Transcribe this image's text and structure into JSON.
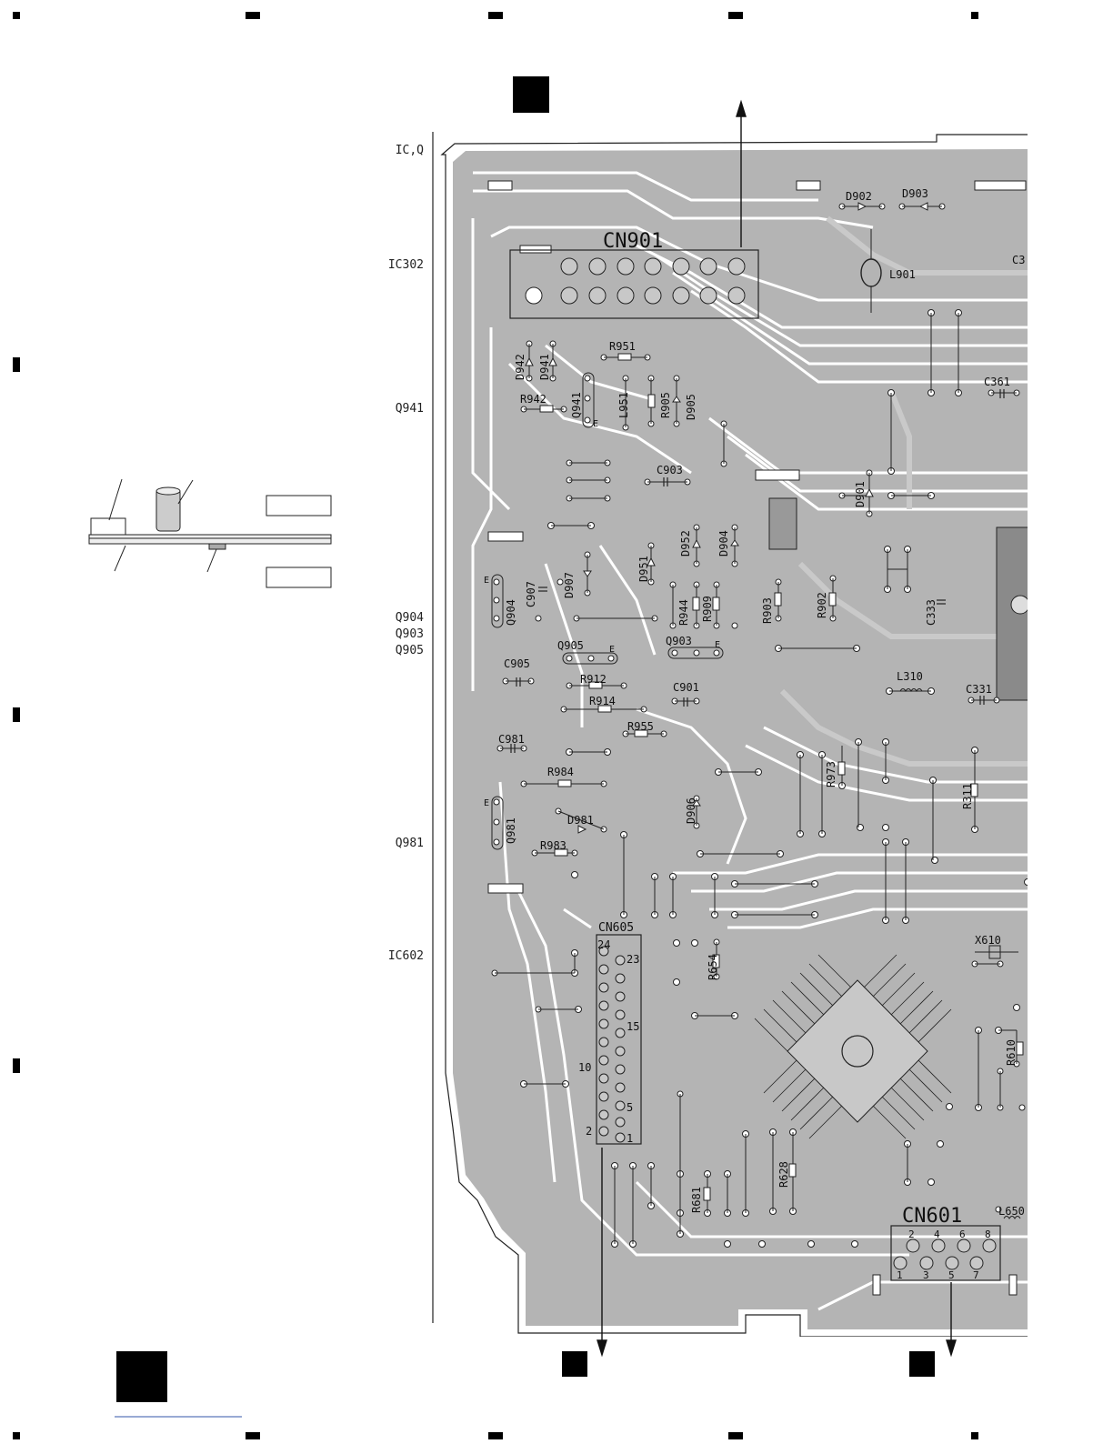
{
  "side_labels": [
    "IC,Q",
    "IC302",
    "Q941",
    "Q904",
    "Q903",
    "Q905",
    "Q981",
    "IC602"
  ],
  "connectors": {
    "cn901": "CN901",
    "cn605": "CN605",
    "cn601": "CN601"
  },
  "cn605_pins": [
    "24",
    "23",
    "15",
    "10",
    "5",
    "2",
    "1"
  ],
  "cn601_pins": [
    "2",
    "4",
    "6",
    "8",
    "1",
    "3",
    "5",
    "7"
  ],
  "components": [
    {
      "id": "D902",
      "label": "D902"
    },
    {
      "id": "D903",
      "label": "D903"
    },
    {
      "id": "L901",
      "label": "L901"
    },
    {
      "id": "C3",
      "label": "C3"
    },
    {
      "id": "C361",
      "label": "C361"
    },
    {
      "id": "R951",
      "label": "R951"
    },
    {
      "id": "D942",
      "label": "D942"
    },
    {
      "id": "D941",
      "label": "D941"
    },
    {
      "id": "R942",
      "label": "R942"
    },
    {
      "id": "Q941",
      "label": "Q941"
    },
    {
      "id": "L951",
      "label": "L951"
    },
    {
      "id": "R905",
      "label": "R905"
    },
    {
      "id": "D905",
      "label": "D905"
    },
    {
      "id": "C903",
      "label": "C903"
    },
    {
      "id": "D901",
      "label": "D901"
    },
    {
      "id": "D951",
      "label": "D951"
    },
    {
      "id": "D952",
      "label": "D952"
    },
    {
      "id": "D904",
      "label": "D904"
    },
    {
      "id": "C907",
      "label": "C907"
    },
    {
      "id": "D907",
      "label": "D907"
    },
    {
      "id": "Q904",
      "label": "Q904"
    },
    {
      "id": "R944",
      "label": "R944"
    },
    {
      "id": "R909",
      "label": "R909"
    },
    {
      "id": "R903",
      "label": "R903"
    },
    {
      "id": "R902",
      "label": "R902"
    },
    {
      "id": "C333",
      "label": "C333"
    },
    {
      "id": "Q905",
      "label": "Q905"
    },
    {
      "id": "Q903",
      "label": "Q903"
    },
    {
      "id": "C905",
      "label": "C905"
    },
    {
      "id": "R912",
      "label": "R912"
    },
    {
      "id": "C901",
      "label": "C901"
    },
    {
      "id": "L310",
      "label": "L310"
    },
    {
      "id": "C331",
      "label": "C331"
    },
    {
      "id": "R914",
      "label": "R914"
    },
    {
      "id": "R955",
      "label": "R955"
    },
    {
      "id": "C981",
      "label": "C981"
    },
    {
      "id": "R973",
      "label": "R973"
    },
    {
      "id": "R984",
      "label": "R984"
    },
    {
      "id": "R311",
      "label": "R311"
    },
    {
      "id": "D906",
      "label": "D906"
    },
    {
      "id": "D981",
      "label": "D981"
    },
    {
      "id": "Q981",
      "label": "Q981"
    },
    {
      "id": "R983",
      "label": "R983"
    },
    {
      "id": "X610",
      "label": "X610"
    },
    {
      "id": "R654",
      "label": "R654"
    },
    {
      "id": "R610",
      "label": "R610"
    },
    {
      "id": "R628",
      "label": "R628"
    },
    {
      "id": "R681",
      "label": "R681"
    },
    {
      "id": "L650",
      "label": "L650"
    }
  ],
  "emitter_mark": "E",
  "colors": {
    "board": "#b4b4b4",
    "trace": "#c8c8c8",
    "line": "#222222",
    "marker": "#000000",
    "background": "#ffffff"
  }
}
